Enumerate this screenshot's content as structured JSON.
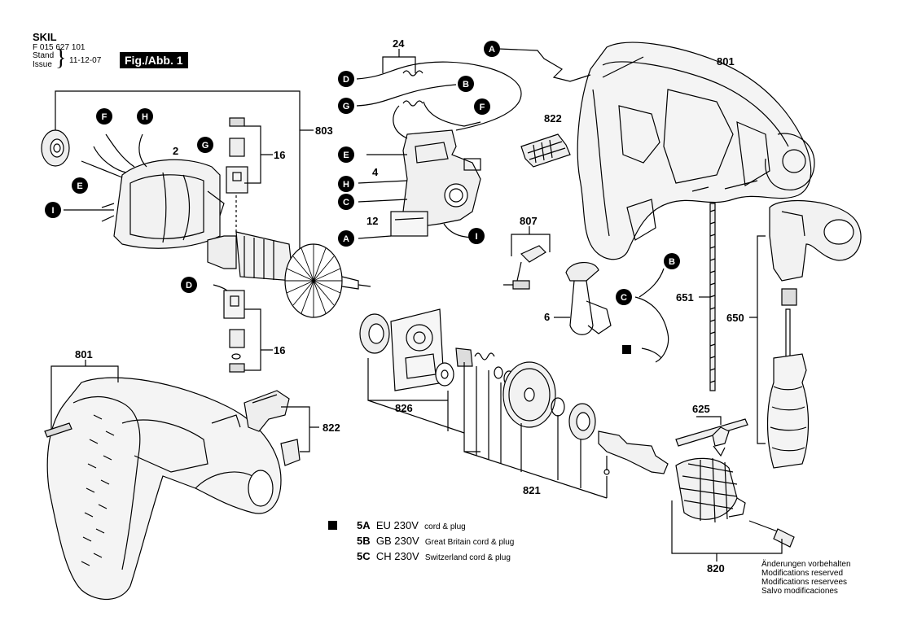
{
  "header": {
    "brand": "SKIL",
    "part_number": "F 015 627 101",
    "stand_issue_lines": [
      "Stand",
      "Issue"
    ],
    "date": "11-12-07",
    "figure_label": "Fig./Abb. 1"
  },
  "callouts": {
    "c24": "24",
    "c801_top": "801",
    "c822_top": "822",
    "c803": "803",
    "c2": "2",
    "c16_top": "16",
    "c16_bottom": "16",
    "c4": "4",
    "c12": "12",
    "c807": "807",
    "c6": "6",
    "c651": "651",
    "c650": "650",
    "c801_bottom": "801",
    "c826": "826",
    "c822_bottom": "822",
    "c821": "821",
    "c625": "625",
    "c820": "820"
  },
  "connectors": {
    "a1": "A",
    "a2": "A",
    "b1": "B",
    "b2": "B",
    "c1": "C",
    "c2": "C",
    "d1": "D",
    "d2": "D",
    "e1": "E",
    "e2": "E",
    "f1": "F",
    "f2": "F",
    "g1": "G",
    "g2": "G",
    "h1": "H",
    "h2": "H",
    "i1": "I",
    "i2": "I"
  },
  "legend": [
    {
      "code": "5A",
      "voltage": "EU 230V",
      "desc": "cord & plug"
    },
    {
      "code": "5B",
      "voltage": "GB 230V",
      "desc": "Great Britain cord & plug"
    },
    {
      "code": "5C",
      "voltage": "CH 230V",
      "desc": "Switzerland cord & plug"
    }
  ],
  "notes": [
    "Änderungen vorbehalten",
    "Modifications reserved",
    "Modifications reservees",
    "Salvo modificaciones"
  ]
}
